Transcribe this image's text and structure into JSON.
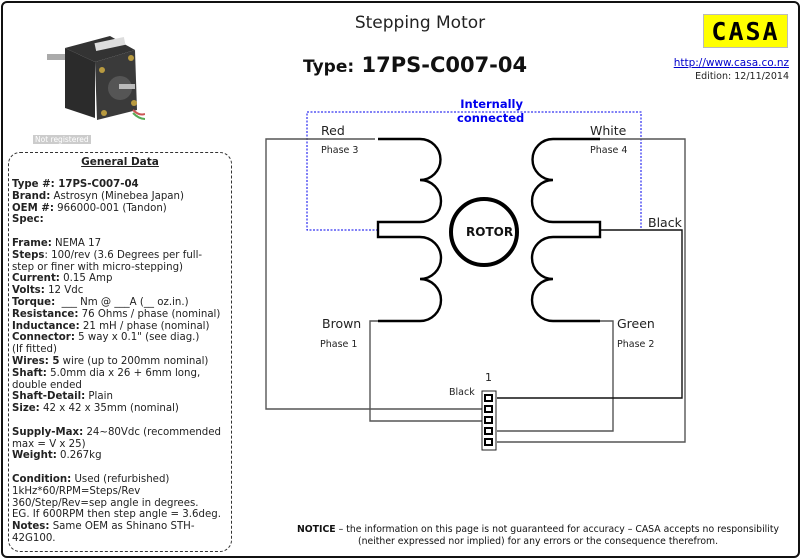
{
  "header": {
    "title": "Stepping Motor",
    "type_label": "Type:",
    "type_value": "17PS-C007-04",
    "logo_text": "CASA",
    "url": "http://www.casa.co.nz",
    "edition": "Edition: 12/11/2014",
    "photo_watermark": "Not registered"
  },
  "general_data": {
    "title": "General Data",
    "lines": [
      {
        "label": "Type #: 17PS-C007-04",
        "text": ""
      },
      {
        "label": "Brand:",
        "text": " Astrosyn (Minebea Japan)"
      },
      {
        "label": "OEM #:",
        "text": " 966000-001 (Tandon)"
      },
      {
        "label": "Spec:",
        "text": ""
      },
      {
        "label": "",
        "text": ""
      },
      {
        "label": "Frame:",
        "text": " NEMA 17"
      },
      {
        "label": "Steps",
        "text": ": 100/rev (3.6 Degrees per full-"
      },
      {
        "label": "",
        "text": "step or finer with micro-stepping)"
      },
      {
        "label": "Current:",
        "text": " 0.15 Amp"
      },
      {
        "label": "Volts:",
        "text": " 12 Vdc"
      },
      {
        "label": "Torque:",
        "text": "  ___ Nm @ ___A (__ oz.in.)"
      },
      {
        "label": "Resistance:",
        "text": " 76 Ohms / phase (nominal)"
      },
      {
        "label": "Inductance:",
        "text": " 21 mH / phase (nominal)"
      },
      {
        "label": "Connector:",
        "text": " 5 way x 0.1\" (see diag.)"
      },
      {
        "label": "",
        "text": "(If fitted)"
      },
      {
        "label": "Wires: 5",
        "text": " wire (up to 200mm nominal)"
      },
      {
        "label": "Shaft:",
        "text": " 5.0mm dia x 26 + 6mm long,"
      },
      {
        "label": "",
        "text": "double ended"
      },
      {
        "label": "Shaft-Detail:",
        "text": " Plain"
      },
      {
        "label": "Size:",
        "text": " 42 x 42 x 35mm (nominal)"
      },
      {
        "label": "",
        "text": ""
      },
      {
        "label": "Supply-Max:",
        "text": " 24~80Vdc (recommended"
      },
      {
        "label": "",
        "text": "max = V x 25)"
      },
      {
        "label": "Weight:",
        "text": " 0.267kg"
      },
      {
        "label": "",
        "text": ""
      },
      {
        "label": "Condition:",
        "text": " Used (refurbished)"
      },
      {
        "label": "",
        "text": "1kHz*60/RPM=Steps/Rev"
      },
      {
        "label": "",
        "text": "360/Step/Rev=sep angle in degrees."
      },
      {
        "label": "",
        "text": "EG. If 600RPM then step angle = 3.6deg."
      },
      {
        "label": "Notes:",
        "text": " Same OEM as Shinano STH-"
      },
      {
        "label": "",
        "text": "42G100."
      }
    ]
  },
  "diagram": {
    "internal_note_1": "Internally",
    "internal_note_2": "connected",
    "rotor": "ROTOR",
    "wires": {
      "red": "Red",
      "phase3": "Phase 3",
      "white": "White",
      "phase4": "Phase 4",
      "black": "Black",
      "brown": "Brown",
      "phase1": "Phase 1",
      "green": "Green",
      "phase2": "Phase 2"
    },
    "connector_pin1": "1",
    "connector_label": "Black",
    "colors": {
      "internal": "#0000ee",
      "wire": "#555555",
      "coil": "#000000"
    }
  },
  "notice": {
    "bold": "NOTICE",
    "line1": " – the information on this page is not guaranteed for accuracy – CASA accepts no responsibility",
    "line2": "(neither expressed nor implied) for any errors or the consequence therefrom."
  }
}
